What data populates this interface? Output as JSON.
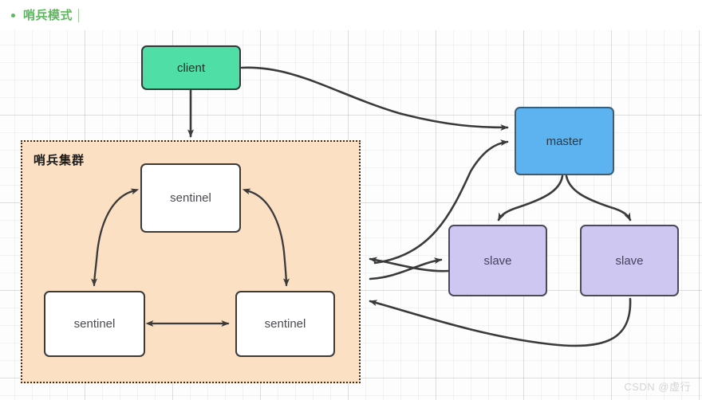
{
  "header": {
    "bullet_icon": "bullet-dot-icon",
    "title": "哨兵模式",
    "title_color": "#5cb85c",
    "caret_icon": "text-caret-icon"
  },
  "diagram": {
    "type": "architecture-diagram",
    "cluster": {
      "label": "哨兵集群",
      "fill": "#fbe0c4",
      "border": "#3a3026",
      "border_style": "dotted"
    },
    "nodes": [
      {
        "id": "client",
        "label": "client",
        "fill": "#4fdfa6",
        "border": "#2f3b36"
      },
      {
        "id": "sentinel-top",
        "label": "sentinel",
        "fill": "#ffffff",
        "border": "#3a3a3a"
      },
      {
        "id": "sentinel-left",
        "label": "sentinel",
        "fill": "#ffffff",
        "border": "#3a3a3a"
      },
      {
        "id": "sentinel-right",
        "label": "sentinel",
        "fill": "#ffffff",
        "border": "#3a3a3a"
      },
      {
        "id": "master",
        "label": "master",
        "fill": "#5cb3ef",
        "border": "#3b5d78"
      },
      {
        "id": "slave-left",
        "label": "slave",
        "fill": "#cdc7f2",
        "border": "#4a4a58"
      },
      {
        "id": "slave-right",
        "label": "slave",
        "fill": "#cdc7f2",
        "border": "#4a4a58"
      }
    ],
    "edges": [
      {
        "from": "client",
        "to": "sentinel-top",
        "style": "straight-down"
      },
      {
        "from": "client",
        "to": "master",
        "style": "curve"
      },
      {
        "from": "sentinel-left",
        "to": "sentinel-top",
        "style": "curve"
      },
      {
        "from": "sentinel-top",
        "to": "sentinel-right",
        "style": "curve"
      },
      {
        "from": "sentinel-left",
        "to": "sentinel-right",
        "style": "bidirectional"
      },
      {
        "from": "cluster",
        "to": "master",
        "style": "curve"
      },
      {
        "from": "cluster",
        "to": "slave-left",
        "style": "bidirectional"
      },
      {
        "from": "master",
        "to": "slave-left",
        "style": "curve"
      },
      {
        "from": "master",
        "to": "slave-right",
        "style": "curve"
      },
      {
        "from": "slave-right",
        "to": "cluster",
        "style": "curve"
      }
    ]
  },
  "watermark": {
    "text": "CSDN @虚行"
  }
}
